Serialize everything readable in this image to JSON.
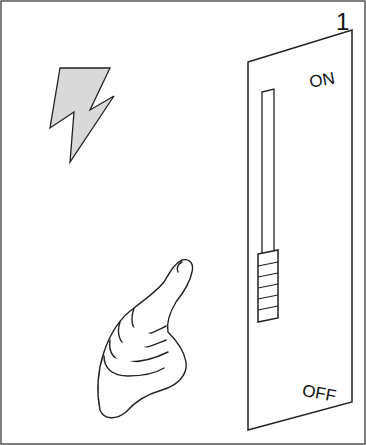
{
  "diagram": {
    "labels": [
      "1",
      "ON",
      "OFF"
    ]
  }
}
